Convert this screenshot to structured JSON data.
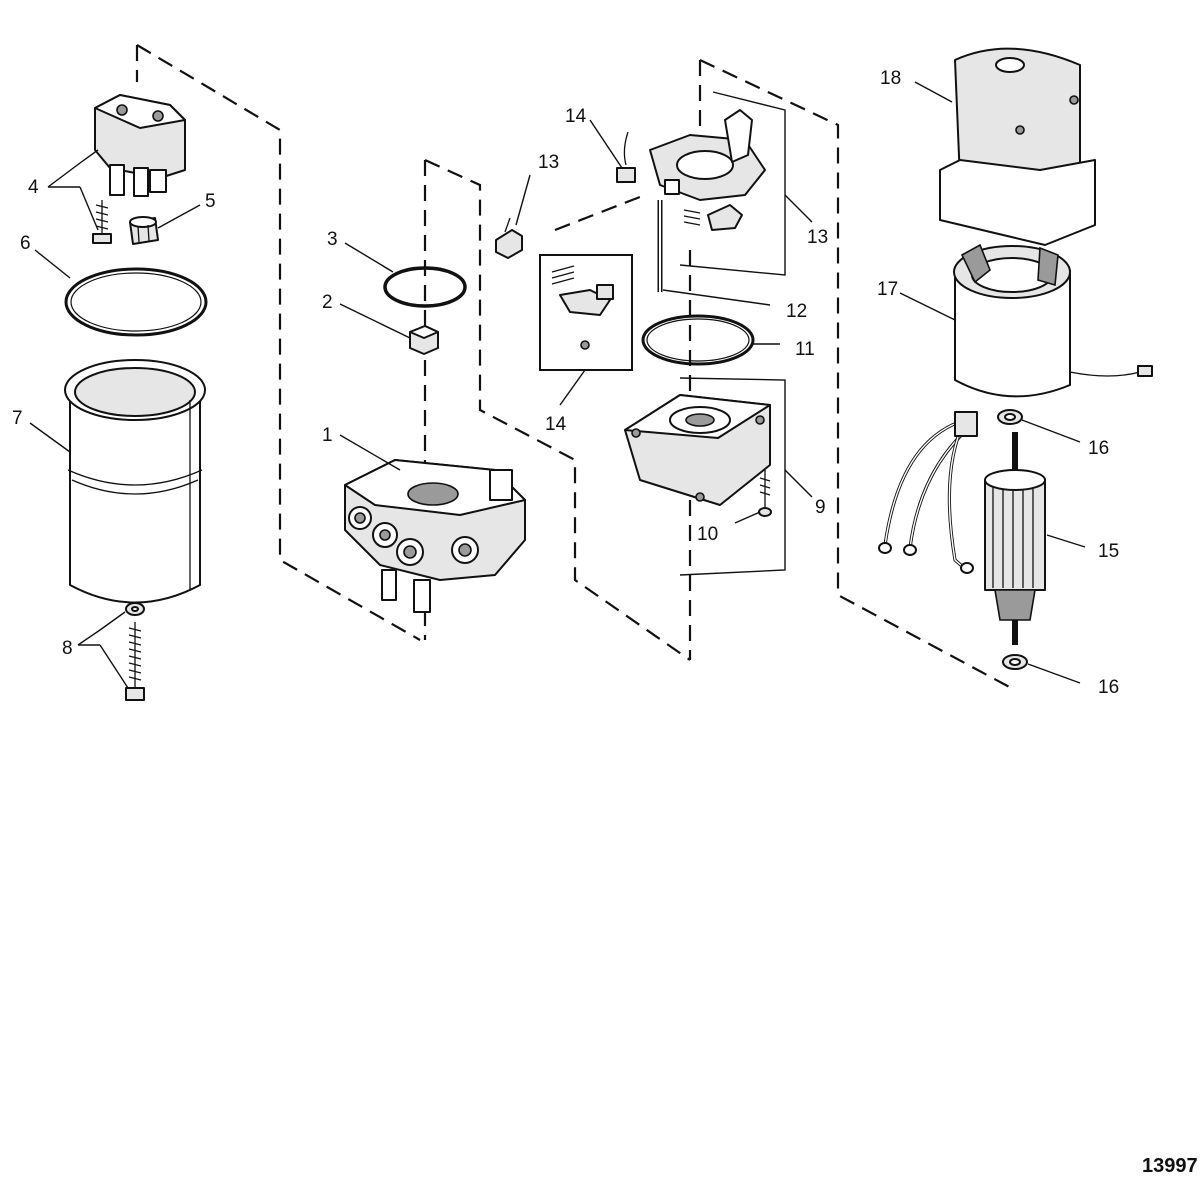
{
  "figure_number": "13997",
  "callouts": [
    {
      "id": "c1",
      "label": "1"
    },
    {
      "id": "c2",
      "label": "2"
    },
    {
      "id": "c3",
      "label": "3"
    },
    {
      "id": "c4",
      "label": "4"
    },
    {
      "id": "c5",
      "label": "5"
    },
    {
      "id": "c6",
      "label": "6"
    },
    {
      "id": "c7",
      "label": "7"
    },
    {
      "id": "c8",
      "label": "8"
    },
    {
      "id": "c9",
      "label": "9"
    },
    {
      "id": "c10",
      "label": "10"
    },
    {
      "id": "c11",
      "label": "11"
    },
    {
      "id": "c12",
      "label": "12"
    },
    {
      "id": "c13a",
      "label": "13"
    },
    {
      "id": "c13b",
      "label": "13"
    },
    {
      "id": "c14a",
      "label": "14"
    },
    {
      "id": "c14b",
      "label": "14"
    },
    {
      "id": "c15",
      "label": "15"
    },
    {
      "id": "c16a",
      "label": "16"
    },
    {
      "id": "c16b",
      "label": "16"
    },
    {
      "id": "c17",
      "label": "17"
    },
    {
      "id": "c18",
      "label": "18"
    }
  ]
}
